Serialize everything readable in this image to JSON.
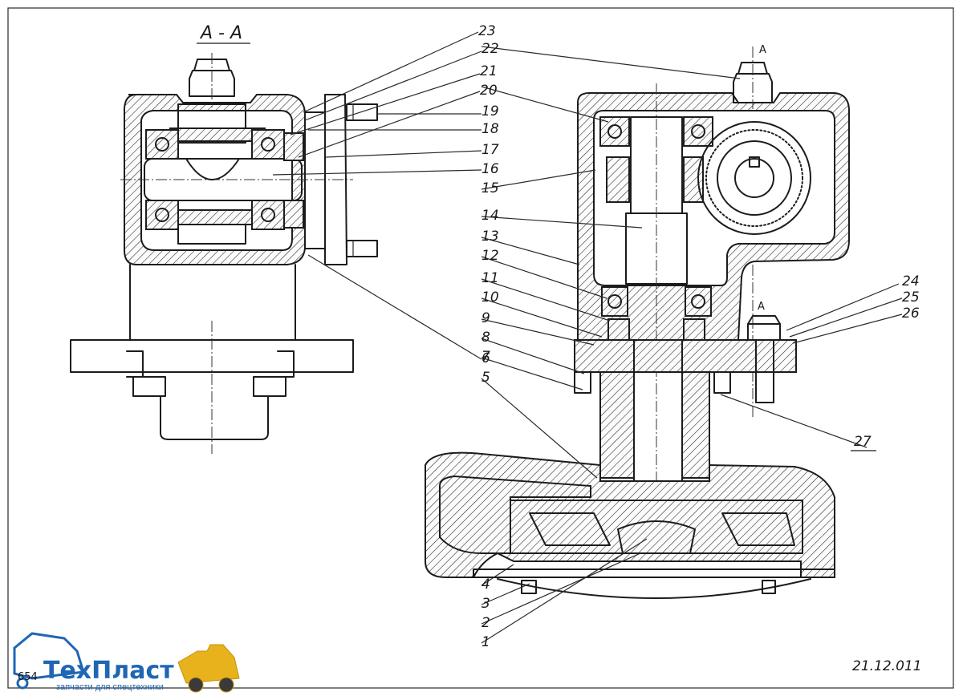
{
  "section_title": "A - A",
  "drawing_number": "21.12.011",
  "page_number": "654",
  "section_marks": [
    "A",
    "A"
  ],
  "logo": {
    "name": "ТехПласт",
    "tagline": "запчасти для спецтехники",
    "color": "#1f66b3",
    "accent": "#e8b21c"
  },
  "part_labels": [
    "1",
    "2",
    "3",
    "4",
    "5",
    "6",
    "7",
    "8",
    "9",
    "10",
    "11",
    "12",
    "13",
    "14",
    "15",
    "16",
    "17",
    "18",
    "19",
    "20",
    "21",
    "22",
    "23",
    "24",
    "25",
    "26",
    "27"
  ]
}
